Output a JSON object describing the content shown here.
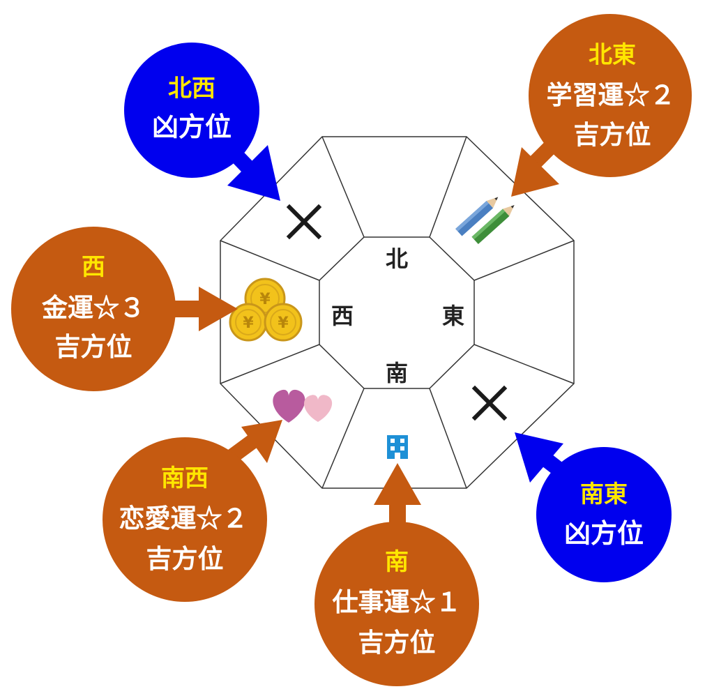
{
  "colors": {
    "orange": "#C55A11",
    "blue": "#0000EE",
    "dir_label": "#FFE600",
    "text_white": "#FFFFFF",
    "line": "#333333"
  },
  "center": {
    "north": "北",
    "east": "東",
    "south": "南",
    "west": "西"
  },
  "callouts": {
    "northwest": {
      "direction": "北西",
      "line1": "凶方位",
      "line2": ""
    },
    "northeast": {
      "direction": "北東",
      "line1": "学習運☆２",
      "line2": "吉方位"
    },
    "west": {
      "direction": "西",
      "line1": "金運☆３",
      "line2": "吉方位"
    },
    "southwest": {
      "direction": "南西",
      "line1": "恋愛運☆２",
      "line2": "吉方位"
    },
    "south": {
      "direction": "南",
      "line1": "仕事運☆１",
      "line2": "吉方位"
    },
    "southeast": {
      "direction": "南東",
      "line1": "凶方位",
      "line2": ""
    }
  },
  "icons": {
    "northwest": "cross-icon",
    "northeast": "pencils-icon",
    "west": "yen-coins-icon",
    "southwest": "hearts-icon",
    "south": "office-building-icon",
    "southeast": "cross-icon"
  },
  "coins": {
    "symbol": "¥"
  }
}
